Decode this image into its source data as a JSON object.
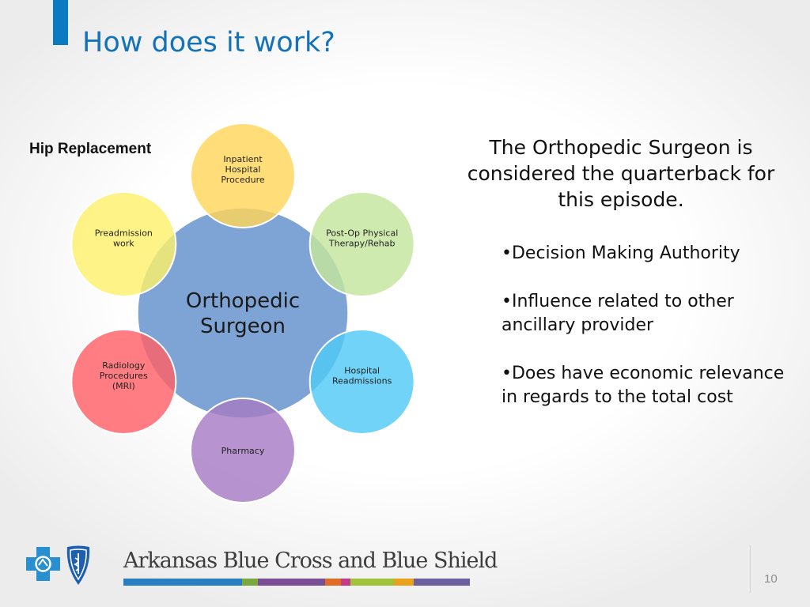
{
  "slide": {
    "title": "How does it work?",
    "subtitle": "Hip Replacement",
    "page_number": "10"
  },
  "diagram": {
    "center": {
      "label_lines": [
        "Orthopedic",
        "Surgeon"
      ],
      "color": "#7da4d4"
    },
    "nodes": [
      {
        "label_lines": [
          "Inpatient",
          "Hospital",
          "Procedure"
        ],
        "color": "#ffd55a"
      },
      {
        "label_lines": [
          "Post-Op Physical",
          "Therapy/Rehab"
        ],
        "color": "#c5e59e"
      },
      {
        "label_lines": [
          "Hospital",
          "Readmissions"
        ],
        "color": "#52c9f6"
      },
      {
        "label_lines": [
          "Pharmacy"
        ],
        "color": "#a77bc5"
      },
      {
        "label_lines": [
          "Radiology",
          "Procedures",
          "(MRI)"
        ],
        "color": "#ff6068"
      },
      {
        "label_lines": [
          "Preadmission",
          "work"
        ],
        "color": "#fdf06b"
      }
    ]
  },
  "content": {
    "intro": "The Orthopedic Surgeon is considered the quarterback for this episode.",
    "bullets": [
      "•Decision Making Authority",
      "•Influence related to other ancillary provider",
      "•Does have economic relevance in regards to the total cost"
    ]
  },
  "footer": {
    "org_name": "Arkansas Blue Cross and Blue Shield",
    "brand_colors": {
      "cross": "#2a8fcf",
      "shield": "#1f5fae"
    },
    "stripe_colors": [
      "#2a7fc0",
      "#78a83e",
      "#7a4f98",
      "#e06b25",
      "#c43a8a",
      "#9fc33a",
      "#e8a21c",
      "#6c5fa0"
    ]
  }
}
